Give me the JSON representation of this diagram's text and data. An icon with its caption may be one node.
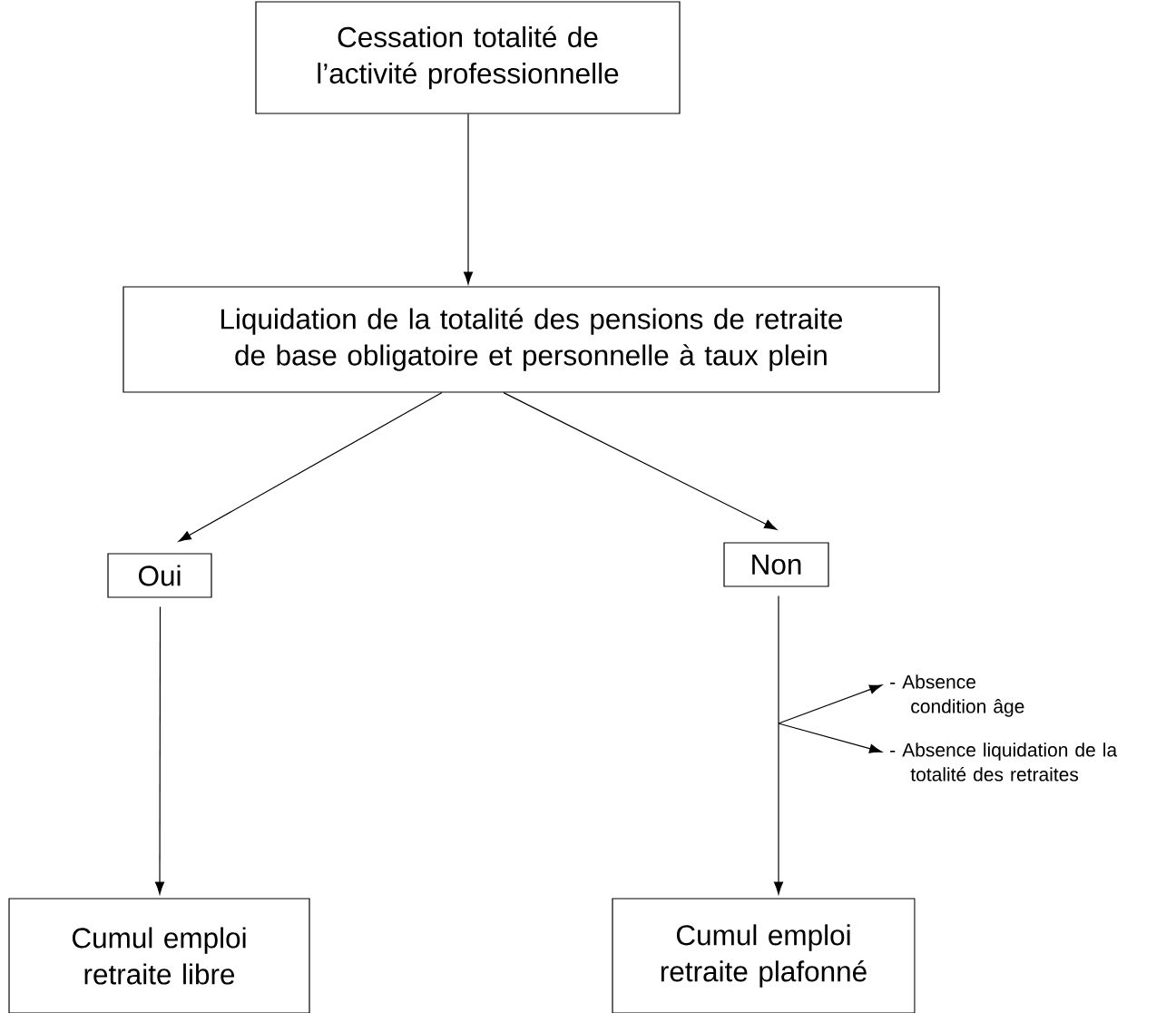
{
  "diagram": {
    "nodes": [
      {
        "text": [
          "Cessation totalité de l’activité professionnelle"
        ]
      },
      {
        "text": [
          "Liquidation de la totalité des pensions de retraite de base obligatoire et personnelle à taux plein"
        ]
      },
      {
        "text": [
          "Oui"
        ]
      },
      {
        "text": [
          "Non"
        ]
      },
      {
        "text": [
          "Cumul emploi retraite libre"
        ]
      },
      {
        "text": [
          "Cumul emploi retraite plafonné"
        ]
      },
      {
        "text": [
          "- Absence condition âge"
        ]
      },
      {
        "text": [
          "- Absence liquidation de la totalité des retraites"
        ]
      }
    ],
    "edges": [
      {
        "from": 0,
        "to": 1,
        "arrow": "to"
      },
      {
        "from": 1,
        "to": 2,
        "arrow": "to"
      },
      {
        "from": 1,
        "to": 3,
        "arrow": "to"
      },
      {
        "from": 2,
        "to": 4,
        "arrow": "to"
      },
      {
        "from": 3,
        "to": 5,
        "arrow": "to"
      },
      {
        "from": null,
        "to": 6,
        "arrow": "to"
      },
      {
        "from": null,
        "to": 7,
        "arrow": "to"
      }
    ]
  }
}
